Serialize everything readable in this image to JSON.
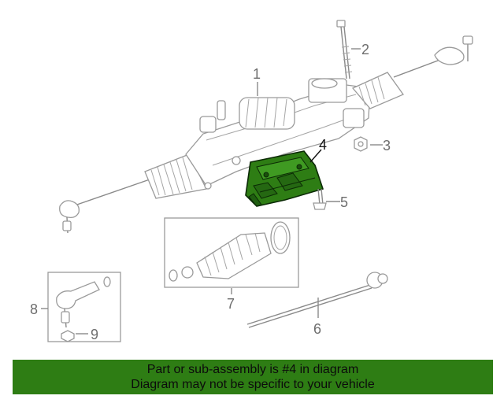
{
  "diagram": {
    "callouts": [
      "1",
      "2",
      "3",
      "4",
      "5",
      "6",
      "7",
      "8",
      "9"
    ],
    "highlighted_callout": "4",
    "highlight_color": "#2e7d14",
    "part_color": "#9a9a9a"
  },
  "banner": {
    "line1": "Part or sub-assembly is #4 in diagram",
    "line2": "Diagram may not be specific to your vehicle",
    "background": "#2e7d14"
  }
}
